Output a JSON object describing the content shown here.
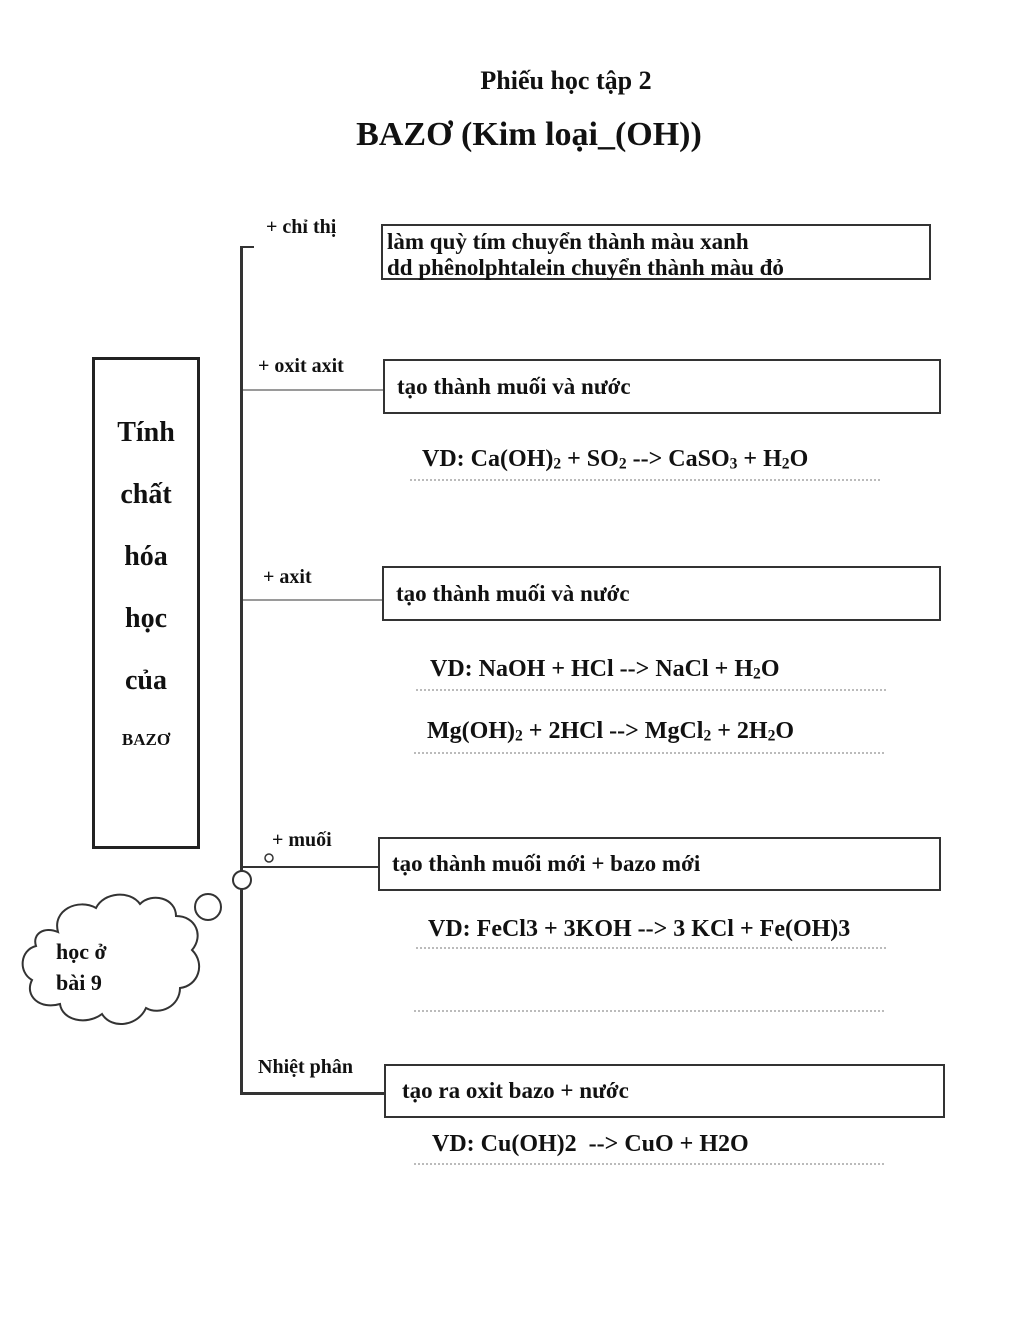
{
  "header": {
    "title": "Phiếu học tập 2",
    "subtitle": "BAZƠ (Kim loại_(OH))"
  },
  "left_box": {
    "words": [
      "Tính",
      "chất",
      "hóa",
      "học",
      "của"
    ],
    "last_word": "BAZƠ"
  },
  "branches": {
    "indicator": {
      "label": "+ chỉ thị",
      "result_line1": "làm quỳ tím chuyển thành màu xanh",
      "result_line2": "dd phênolphtalein chuyển thành màu đỏ"
    },
    "acidic_oxide": {
      "label": "+ oxit axit",
      "result": "tạo thành muối và nước",
      "example": {
        "prefix": "VD: Ca(OH)",
        "s1": "2",
        "mid1": " + SO",
        "s2": "2",
        "mid2": " --> CaSO",
        "s3": "3",
        "mid3": " + H",
        "s4": "2",
        "end": "O"
      }
    },
    "acid": {
      "label": "+ axit",
      "result": "tạo thành muối và nước",
      "example1": {
        "prefix": "VD: NaOH + HCl --> NaCl + H",
        "s1": "2",
        "end": "O"
      },
      "example2": {
        "prefix": "Mg(OH)",
        "s1": "2",
        "mid1": " + 2HCl --> MgCl",
        "s2": "2",
        "mid2": " + 2H",
        "s3": "2",
        "end": "O"
      }
    },
    "salt": {
      "label": "+ muối",
      "result": "tạo thành muối mới + bazo mới",
      "example": "VD: FeCl3 + 3KOH --> 3 KCl + Fe(OH)3"
    },
    "thermal": {
      "label": "Nhiệt phân",
      "result": "tạo ra oxit bazo + nước",
      "example": "VD: Cu(OH)2  --> CuO + H2O"
    }
  },
  "thought_bubble": {
    "line1": "học ở",
    "line2": "bài 9"
  }
}
